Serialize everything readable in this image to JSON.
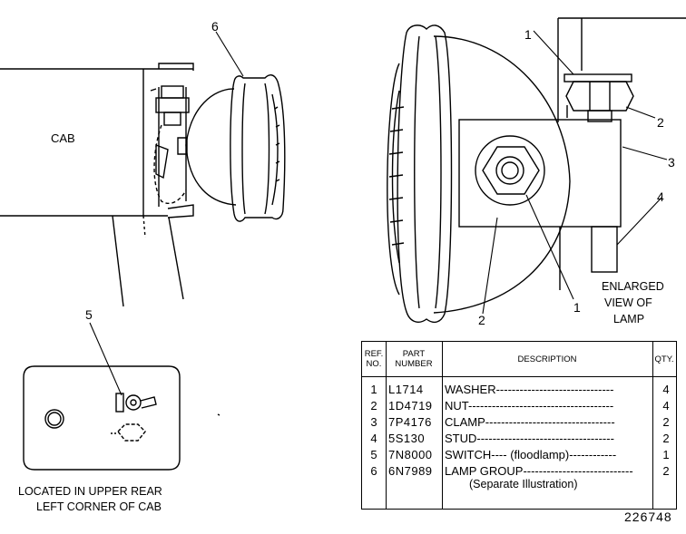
{
  "callouts": {
    "n1": "1",
    "n2": "2",
    "n3": "3",
    "n4": "4",
    "n5": "5",
    "n6": "6"
  },
  "left_view": {
    "cab_label": "CAB",
    "switch_location_line1": "LOCATED IN UPPER REAR",
    "switch_location_line2": "LEFT  CORNER OF CAB"
  },
  "right_view": {
    "caption_line1": "ENLARGED",
    "caption_line2": "VIEW OF",
    "caption_line3": "LAMP"
  },
  "table": {
    "headers": {
      "ref_line1": "REF.",
      "ref_line2": "NO.",
      "part_line1": "PART",
      "part_line2": "NUMBER",
      "description": "DESCRIPTION",
      "qty": "QTY."
    },
    "rows": [
      {
        "ref": "1",
        "part": "L1714",
        "desc": "WASHER------------------------------",
        "qty": "4"
      },
      {
        "ref": "2",
        "part": "1D4719",
        "desc": "NUT-------------------------------------",
        "qty": "4"
      },
      {
        "ref": "3",
        "part": "7P4176",
        "desc": "CLAMP---------------------------------",
        "qty": "2"
      },
      {
        "ref": "4",
        "part": "5S130",
        "desc": "STUD-----------------------------------",
        "qty": "2"
      },
      {
        "ref": "5",
        "part": "7N8000",
        "desc": "SWITCH---- (floodlamp)------------",
        "qty": "1"
      },
      {
        "ref": "6",
        "part": "6N7989",
        "desc": "LAMP GROUP----------------------------",
        "qty": "2"
      }
    ],
    "note": "(Separate Illustration)"
  },
  "figure_number": "226748"
}
